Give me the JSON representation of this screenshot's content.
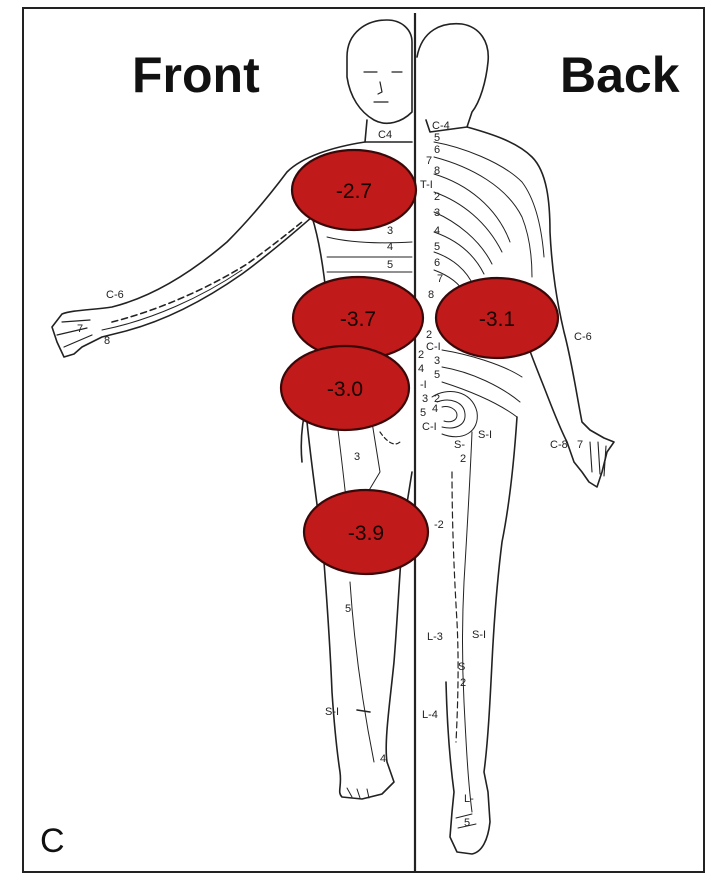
{
  "headings": {
    "front": "Front",
    "back": "Back"
  },
  "panel_letter": "C",
  "colors": {
    "region_fill": "#c01a1a",
    "region_stroke": "#3a0808",
    "line": "#222222"
  },
  "regions": [
    {
      "id": "front-chest",
      "view": "front",
      "value": "-2.7"
    },
    {
      "id": "front-abdomen",
      "view": "front",
      "value": "-3.7"
    },
    {
      "id": "front-thigh",
      "view": "front",
      "value": "-3.0"
    },
    {
      "id": "front-knee",
      "view": "front",
      "value": "-3.9"
    },
    {
      "id": "back-lower",
      "view": "back",
      "value": "-3.1"
    }
  ],
  "dermatome_labels": {
    "front": [
      "C4",
      "3",
      "4",
      "5",
      "C-6",
      "7",
      "8",
      "3",
      "5",
      "S-I",
      "4"
    ],
    "back": [
      "C-4",
      "5",
      "6",
      "7",
      "8",
      "T-I",
      "2",
      "3",
      "4",
      "5",
      "6",
      "7",
      "8",
      "C-6",
      "2",
      "C-I",
      "2",
      "3",
      "4",
      "5",
      "-I",
      "3",
      "2",
      "5",
      "4",
      "C-I",
      "S-",
      "2",
      "S-I",
      "C-8",
      "7",
      "-2",
      "L-3",
      "S-I",
      "S",
      "2",
      "L-4",
      "L-",
      "5"
    ]
  }
}
